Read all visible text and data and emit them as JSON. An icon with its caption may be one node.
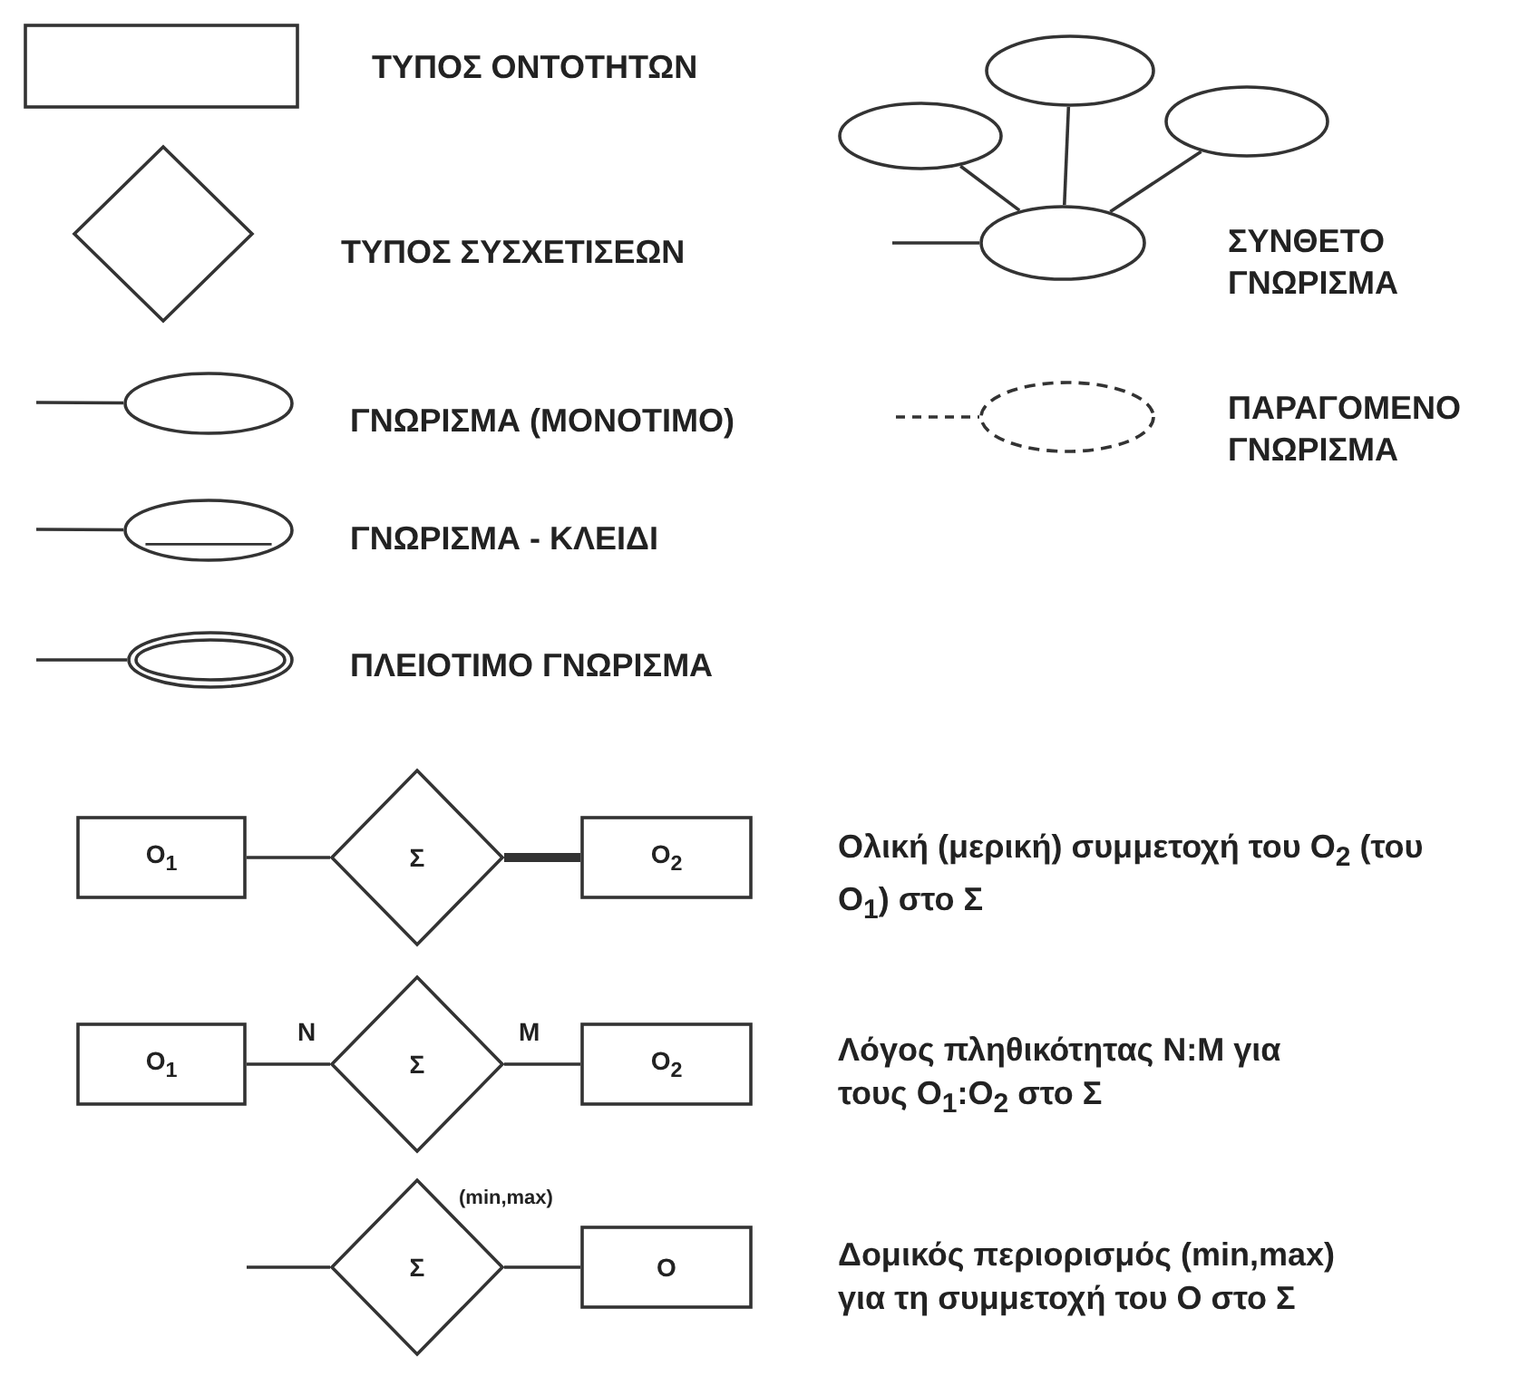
{
  "diagram": {
    "nodes": [
      {
        "text": [],
        "shape": "box",
        "beside": [
          "ΤΥΠΟΣ ΟΝΤΟΤΗΤΩΝ"
        ]
      },
      {
        "text": [],
        "shape": "diamond",
        "beside": [
          "ΤΥΠΟΣ ΣΥΣΧΕΤΙΣΕΩΝ"
        ]
      },
      {
        "text": [],
        "shape": "ellipse",
        "beside": [
          "ΓΝΩΡΙΣΜΑ (ΜΟΝΟΤΙΜΟ)"
        ]
      },
      {
        "text": [],
        "shape": "ellipse",
        "beside": [
          "ΓΝΩΡΙΣΜΑ - ΚΛΕΙΔΙ"
        ]
      },
      {
        "text": [],
        "shape": "ellipse",
        "beside": [
          "ΠΛΕΙΟΤΙΜΟ ΓΝΩΡΙΣΜΑ"
        ]
      },
      {
        "text": [],
        "shape": "ellipse"
      },
      {
        "text": [],
        "shape": "ellipse"
      },
      {
        "text": [],
        "shape": "ellipse"
      },
      {
        "text": [],
        "shape": "ellipse",
        "beside": [
          "ΣΥΝΘΕΤΟ ΓΝΩΡΙΣΜΑ"
        ]
      },
      {
        "text": [],
        "shape": "ellipse",
        "beside": [
          "ΠΑΡΑΓΟΜΕΝΟ ΓΝΩΡΙΣΜΑ"
        ]
      },
      {
        "text": [
          "Ο$_{1}$"
        ]
      },
      {
        "text": [
          "Σ"
        ]
      },
      {
        "text": [
          "Ο$_{2}$"
        ]
      },
      {
        "text": [
          "Ο$_{1}$"
        ]
      },
      {
        "text": [
          "Σ"
        ]
      },
      {
        "text": [
          "Ο$_{2}$"
        ]
      },
      {
        "text": [
          "Σ"
        ]
      },
      {
        "text": [
          "Ο"
        ]
      }
    ],
    "edges": [
      {
        "from": null,
        "to": 2,
        "arrow": "none"
      },
      {
        "from": null,
        "to": 3,
        "arrow": "none"
      },
      {
        "from": null,
        "to": 4,
        "arrow": "none"
      },
      {
        "from": 5,
        "to": 8,
        "arrow": "none"
      },
      {
        "from": 6,
        "to": 8,
        "arrow": "none"
      },
      {
        "from": 7,
        "to": 8,
        "arrow": "none"
      },
      {
        "from": null,
        "to": 8,
        "arrow": "none"
      },
      {
        "from": null,
        "to": 9,
        "arrow": "none",
        "style": "dashed"
      },
      {
        "from": 10,
        "to": 11,
        "arrow": "none"
      },
      {
        "from": 11,
        "to": 12,
        "arrow": "none",
        "style": "thick"
      },
      {
        "from": 13,
        "to": 14,
        "arrow": "none",
        "label": "N"
      },
      {
        "from": 14,
        "to": 15,
        "arrow": "none",
        "label": "M"
      },
      {
        "from": null,
        "to": 16,
        "arrow": "none"
      },
      {
        "from": 16,
        "to": 17,
        "arrow": "none",
        "label": "(min,max)"
      }
    ],
    "labels": [
      "Ολική (μερική) συμμετοχή του Ο$_{2}$ (του Ο$_{1}$) στο Σ",
      "Λόγος πληθικότητας N:M για τους Ο$_{1}$:Ο$_{2}$ στο Σ",
      "Δομικός περιορισμός (min,max) για τη συμμετοχή του Ο στο Σ"
    ]
  }
}
